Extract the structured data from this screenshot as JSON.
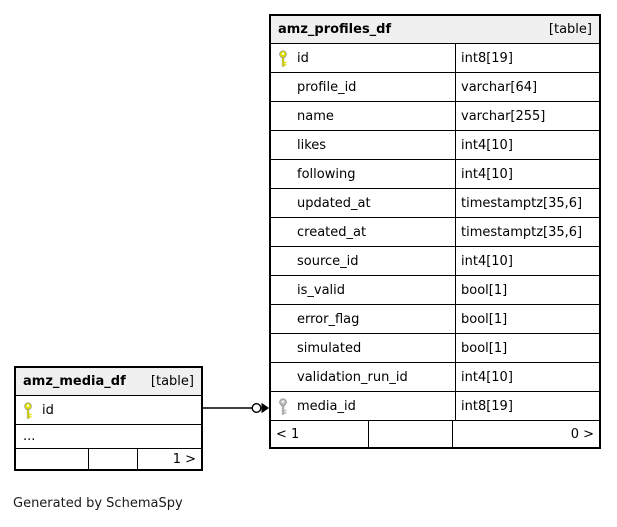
{
  "colors": {
    "primary_key": "#e0e000",
    "foreign_key": "#bbbbbb",
    "header_bg": "#f0f0f0",
    "border": "#000000",
    "background": "#ffffff"
  },
  "footnote": "Generated by SchemaSpy",
  "tables": [
    {
      "id": "profiles",
      "name": "amz_profiles_df",
      "tag": "[table]",
      "columns": [
        {
          "name": "id",
          "type": "int8[19]",
          "key": "primary",
          "ellipsis": false
        },
        {
          "name": "profile_id",
          "type": "varchar[64]",
          "key": "",
          "ellipsis": false
        },
        {
          "name": "name",
          "type": "varchar[255]",
          "key": "",
          "ellipsis": false
        },
        {
          "name": "likes",
          "type": "int4[10]",
          "key": "",
          "ellipsis": false
        },
        {
          "name": "following",
          "type": "int4[10]",
          "key": "",
          "ellipsis": false
        },
        {
          "name": "updated_at",
          "type": "timestamptz[35,6]",
          "key": "",
          "ellipsis": false
        },
        {
          "name": "created_at",
          "type": "timestamptz[35,6]",
          "key": "",
          "ellipsis": false
        },
        {
          "name": "source_id",
          "type": "int4[10]",
          "key": "",
          "ellipsis": false
        },
        {
          "name": "is_valid",
          "type": "bool[1]",
          "key": "",
          "ellipsis": false
        },
        {
          "name": "error_flag",
          "type": "bool[1]",
          "key": "",
          "ellipsis": false
        },
        {
          "name": "simulated",
          "type": "bool[1]",
          "key": "",
          "ellipsis": false
        },
        {
          "name": "validation_run_id",
          "type": "int4[10]",
          "key": "",
          "ellipsis": false
        },
        {
          "name": "media_id",
          "type": "int8[19]",
          "key": "foreign",
          "ellipsis": false
        }
      ],
      "footer_cells": [
        "< 1",
        "",
        "0 >"
      ]
    },
    {
      "id": "media",
      "name": "amz_media_df",
      "tag": "[table]",
      "columns": [
        {
          "name": "id",
          "type": "",
          "key": "primary",
          "ellipsis": false
        },
        {
          "name": "...",
          "type": "",
          "key": "",
          "ellipsis": true
        }
      ],
      "footer_cells": [
        "",
        "",
        "1 >"
      ]
    }
  ],
  "relationship": {
    "from_table": "amz_media_df",
    "from_column": "id",
    "to_table": "amz_profiles_df",
    "to_column": "media_id"
  }
}
